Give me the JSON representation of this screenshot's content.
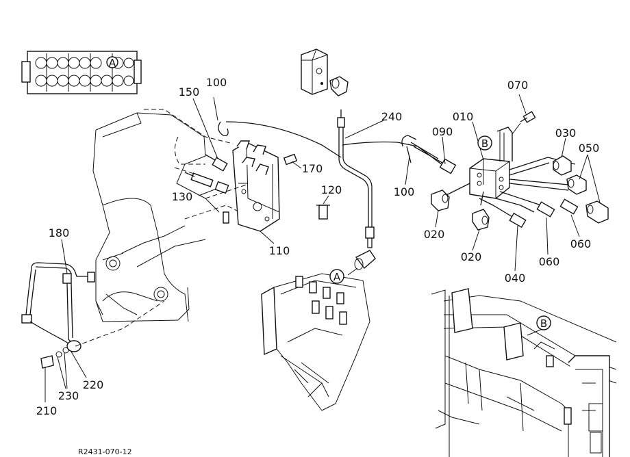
{
  "reference_code": "R2431-070-12",
  "callouts": [
    {
      "id": "c-100a",
      "text": "100"
    },
    {
      "id": "c-150",
      "text": "150"
    },
    {
      "id": "c-130",
      "text": "130"
    },
    {
      "id": "c-170",
      "text": "170"
    },
    {
      "id": "c-120",
      "text": "120"
    },
    {
      "id": "c-110",
      "text": "110"
    },
    {
      "id": "c-240",
      "text": "240"
    },
    {
      "id": "c-100b",
      "text": "100"
    },
    {
      "id": "c-090",
      "text": "090"
    },
    {
      "id": "c-010",
      "text": "010"
    },
    {
      "id": "c-070",
      "text": "070"
    },
    {
      "id": "c-030",
      "text": "030"
    },
    {
      "id": "c-050",
      "text": "050"
    },
    {
      "id": "c-020a",
      "text": "020"
    },
    {
      "id": "c-020b",
      "text": "020"
    },
    {
      "id": "c-040",
      "text": "040"
    },
    {
      "id": "c-060a",
      "text": "060"
    },
    {
      "id": "c-060b",
      "text": "060"
    },
    {
      "id": "c-180",
      "text": "180"
    },
    {
      "id": "c-220",
      "text": "220"
    },
    {
      "id": "c-230",
      "text": "230"
    },
    {
      "id": "c-210",
      "text": "210"
    }
  ],
  "view_markers": {
    "a": "A",
    "b": "B"
  }
}
